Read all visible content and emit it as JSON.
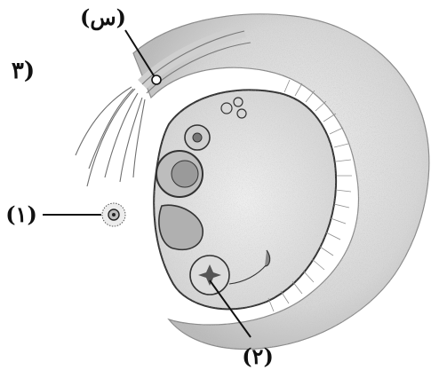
{
  "labels": {
    "figure_number": "٣)",
    "label_s": "(س)",
    "label_1": "(١)",
    "label_2": "(٢)"
  },
  "colors": {
    "ink": "#111111",
    "stipple_dark": "#9a9a9a",
    "stipple_mid": "#c8c8c8",
    "stipple_light": "#e2e2e2",
    "background": "#ffffff"
  }
}
